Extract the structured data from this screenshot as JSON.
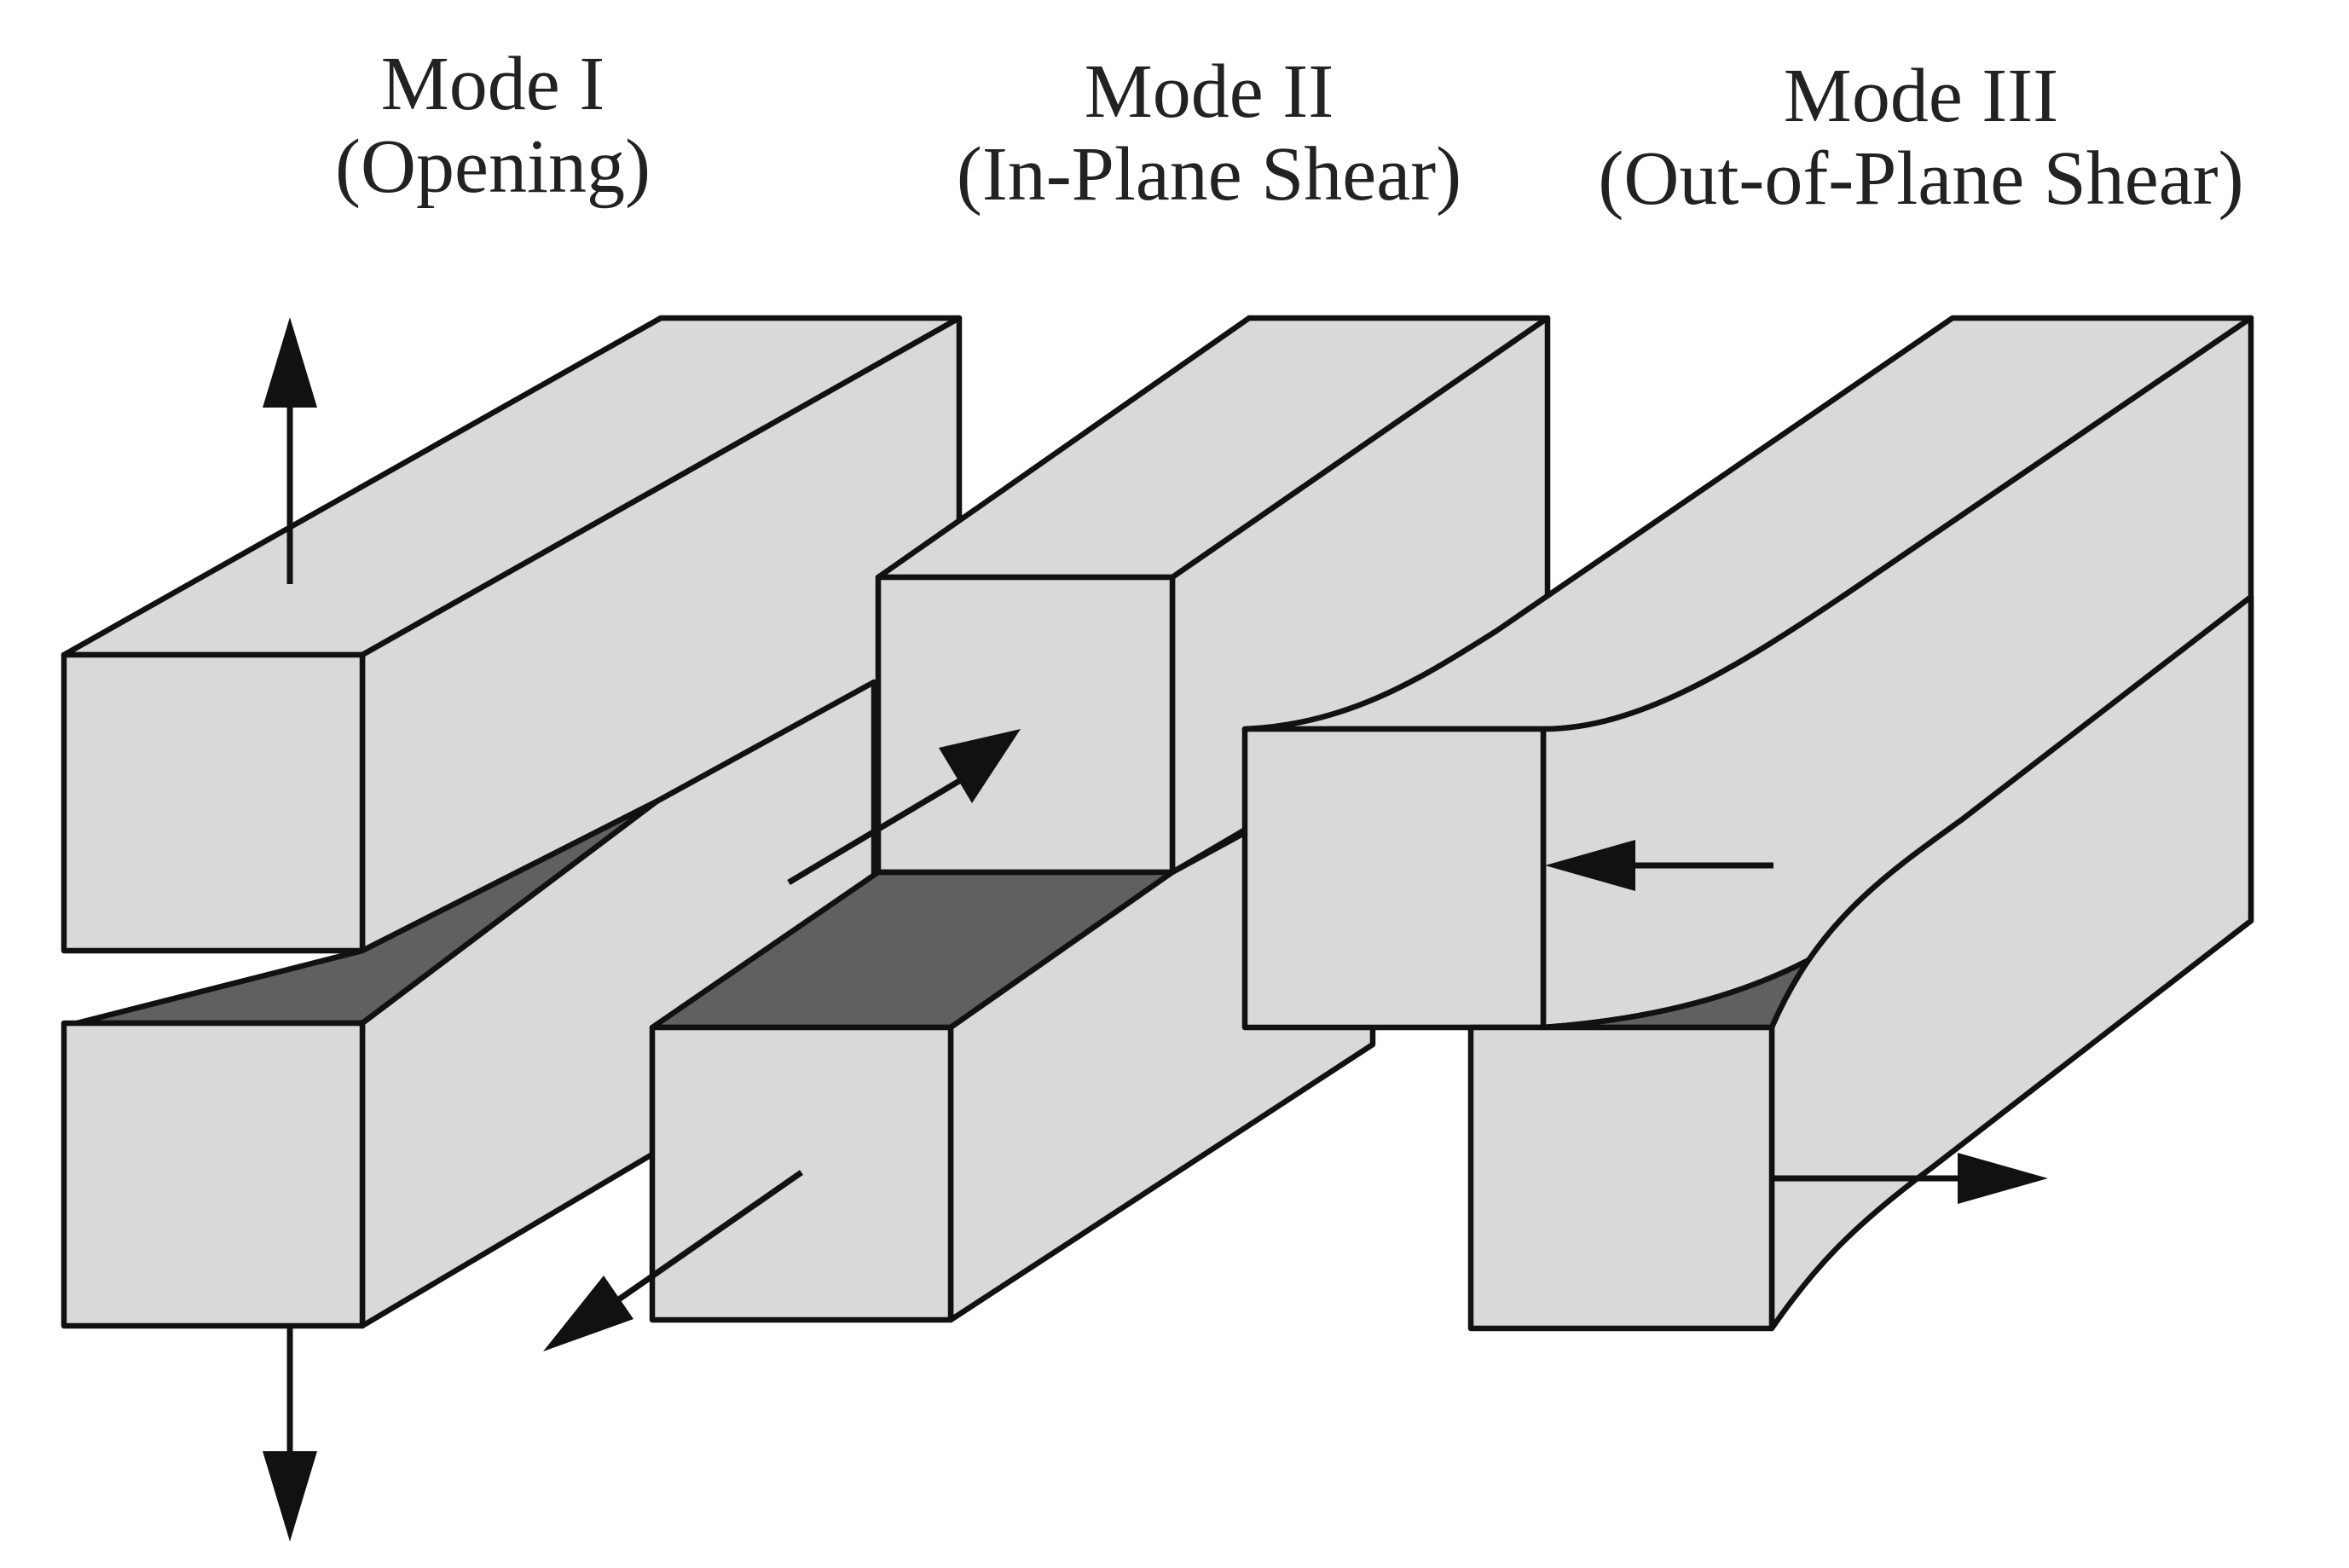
{
  "modes": [
    {
      "id": "mode-1",
      "title": "Mode I",
      "subtitle": "(Opening)"
    },
    {
      "id": "mode-2",
      "title": "Mode II",
      "subtitle": "(In-Plane Shear)"
    },
    {
      "id": "mode-3",
      "title": "Mode III",
      "subtitle": "(Out-of-Plane Shear)"
    }
  ],
  "colors": {
    "block_fill": "#d9d9d9",
    "crack_fill": "#606060",
    "outline": "#111111",
    "arrow": "#111111",
    "text": "#222222"
  }
}
